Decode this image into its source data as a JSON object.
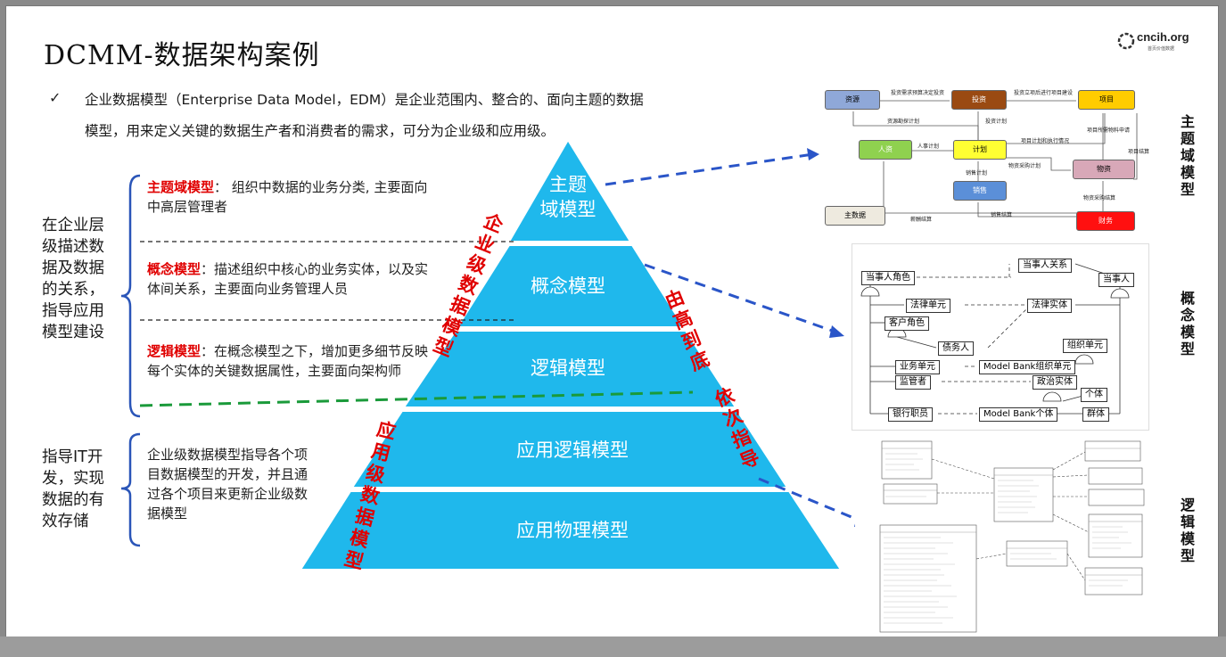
{
  "title": "DCMM-数据架构案例",
  "logo": {
    "text": "cncih.org",
    "sub": "首页价值数据"
  },
  "intro": {
    "bullet": "✓",
    "line1": "企业数据模型（Enterprise Data Model，EDM）是企业范围内、整合的、面向主题的数据",
    "line2": "模型，用来定义关键的数据生产者和消费者的需求，可分为企业级和应用级。"
  },
  "left": {
    "enterprise_label": [
      "在企业层",
      "级描述数",
      "据及数据",
      "的关系，",
      "指导应用",
      "模型建设"
    ],
    "app_label": [
      "指导IT开",
      "发，实现",
      "数据的有",
      "效存储"
    ]
  },
  "descriptions": {
    "subject": {
      "title": "主题域模型",
      "colon": "：",
      "body": " 组织中数据的业务分类, 主要面向中高层管理者"
    },
    "concept": {
      "title": "概念模型",
      "colon": "：",
      "body": "描述组织中核心的业务实体，以及实体间关系，主要面向业务管理人员"
    },
    "logic": {
      "title": "逻辑模型",
      "colon": "：",
      "body": "在概念模型之下，增加更多细节反映每个实体的关键数据属性，主要面向架构师"
    },
    "app": "企业级数据模型指导各个项目数据模型的开发，并且通过各个项目来更新企业级数据模型"
  },
  "pyramid": {
    "layers": [
      "主题",
      "域模型",
      "概念模型",
      "逻辑模型",
      "应用逻辑模型",
      "应用物理模型"
    ],
    "color": "#1fb8ec"
  },
  "red_labels": {
    "enterprise": "企业级数据模型",
    "app": "应用级数据模型",
    "top_down": "由高到底",
    "guide": "依次指导"
  },
  "right_labels": {
    "subject": "主题域模型",
    "concept": "概念模型",
    "logic": "逻辑模型"
  },
  "subject_diagram": {
    "nodes": [
      {
        "id": "ziyuan",
        "label": "资源",
        "color": "#8fa8d8"
      },
      {
        "id": "touzi",
        "label": "投资",
        "color": "#9a4a12"
      },
      {
        "id": "xiangmu",
        "label": "项目",
        "color": "#ffcc00"
      },
      {
        "id": "renli",
        "label": "人资",
        "color": "#8fd14f"
      },
      {
        "id": "jihua",
        "label": "计划",
        "color": "#ffff33"
      },
      {
        "id": "wuzi",
        "label": "物资",
        "color": "#d8a8b8"
      },
      {
        "id": "xiaoshou",
        "label": "销售",
        "color": "#5b8fd8"
      },
      {
        "id": "zhushuju",
        "label": "主数据",
        "color": "#eeeadf"
      },
      {
        "id": "caiwu",
        "label": "财务",
        "color": "#ff1010"
      }
    ],
    "edges": [
      "投资需求预算决定投资",
      "投资立项后进行项目建设",
      "资源勘探计划",
      "投资计划",
      "人事计划",
      "项目计划和执行情况",
      "项目所需物料申请",
      "项目结算",
      "物资采购计划",
      "销售计划",
      "物资采购结算",
      "薪酬结算",
      "销售结算"
    ]
  },
  "concept_diagram": {
    "entities": [
      "当事人关系",
      "当事人角色",
      "当事人",
      "法律单元",
      "法律实体",
      "客户角色",
      "债务人",
      "组织单元",
      "业务单元",
      "Model Bank组织单元",
      "监管者",
      "政治实体",
      "个体",
      "银行职员",
      "Model Bank个体",
      "群体"
    ]
  }
}
